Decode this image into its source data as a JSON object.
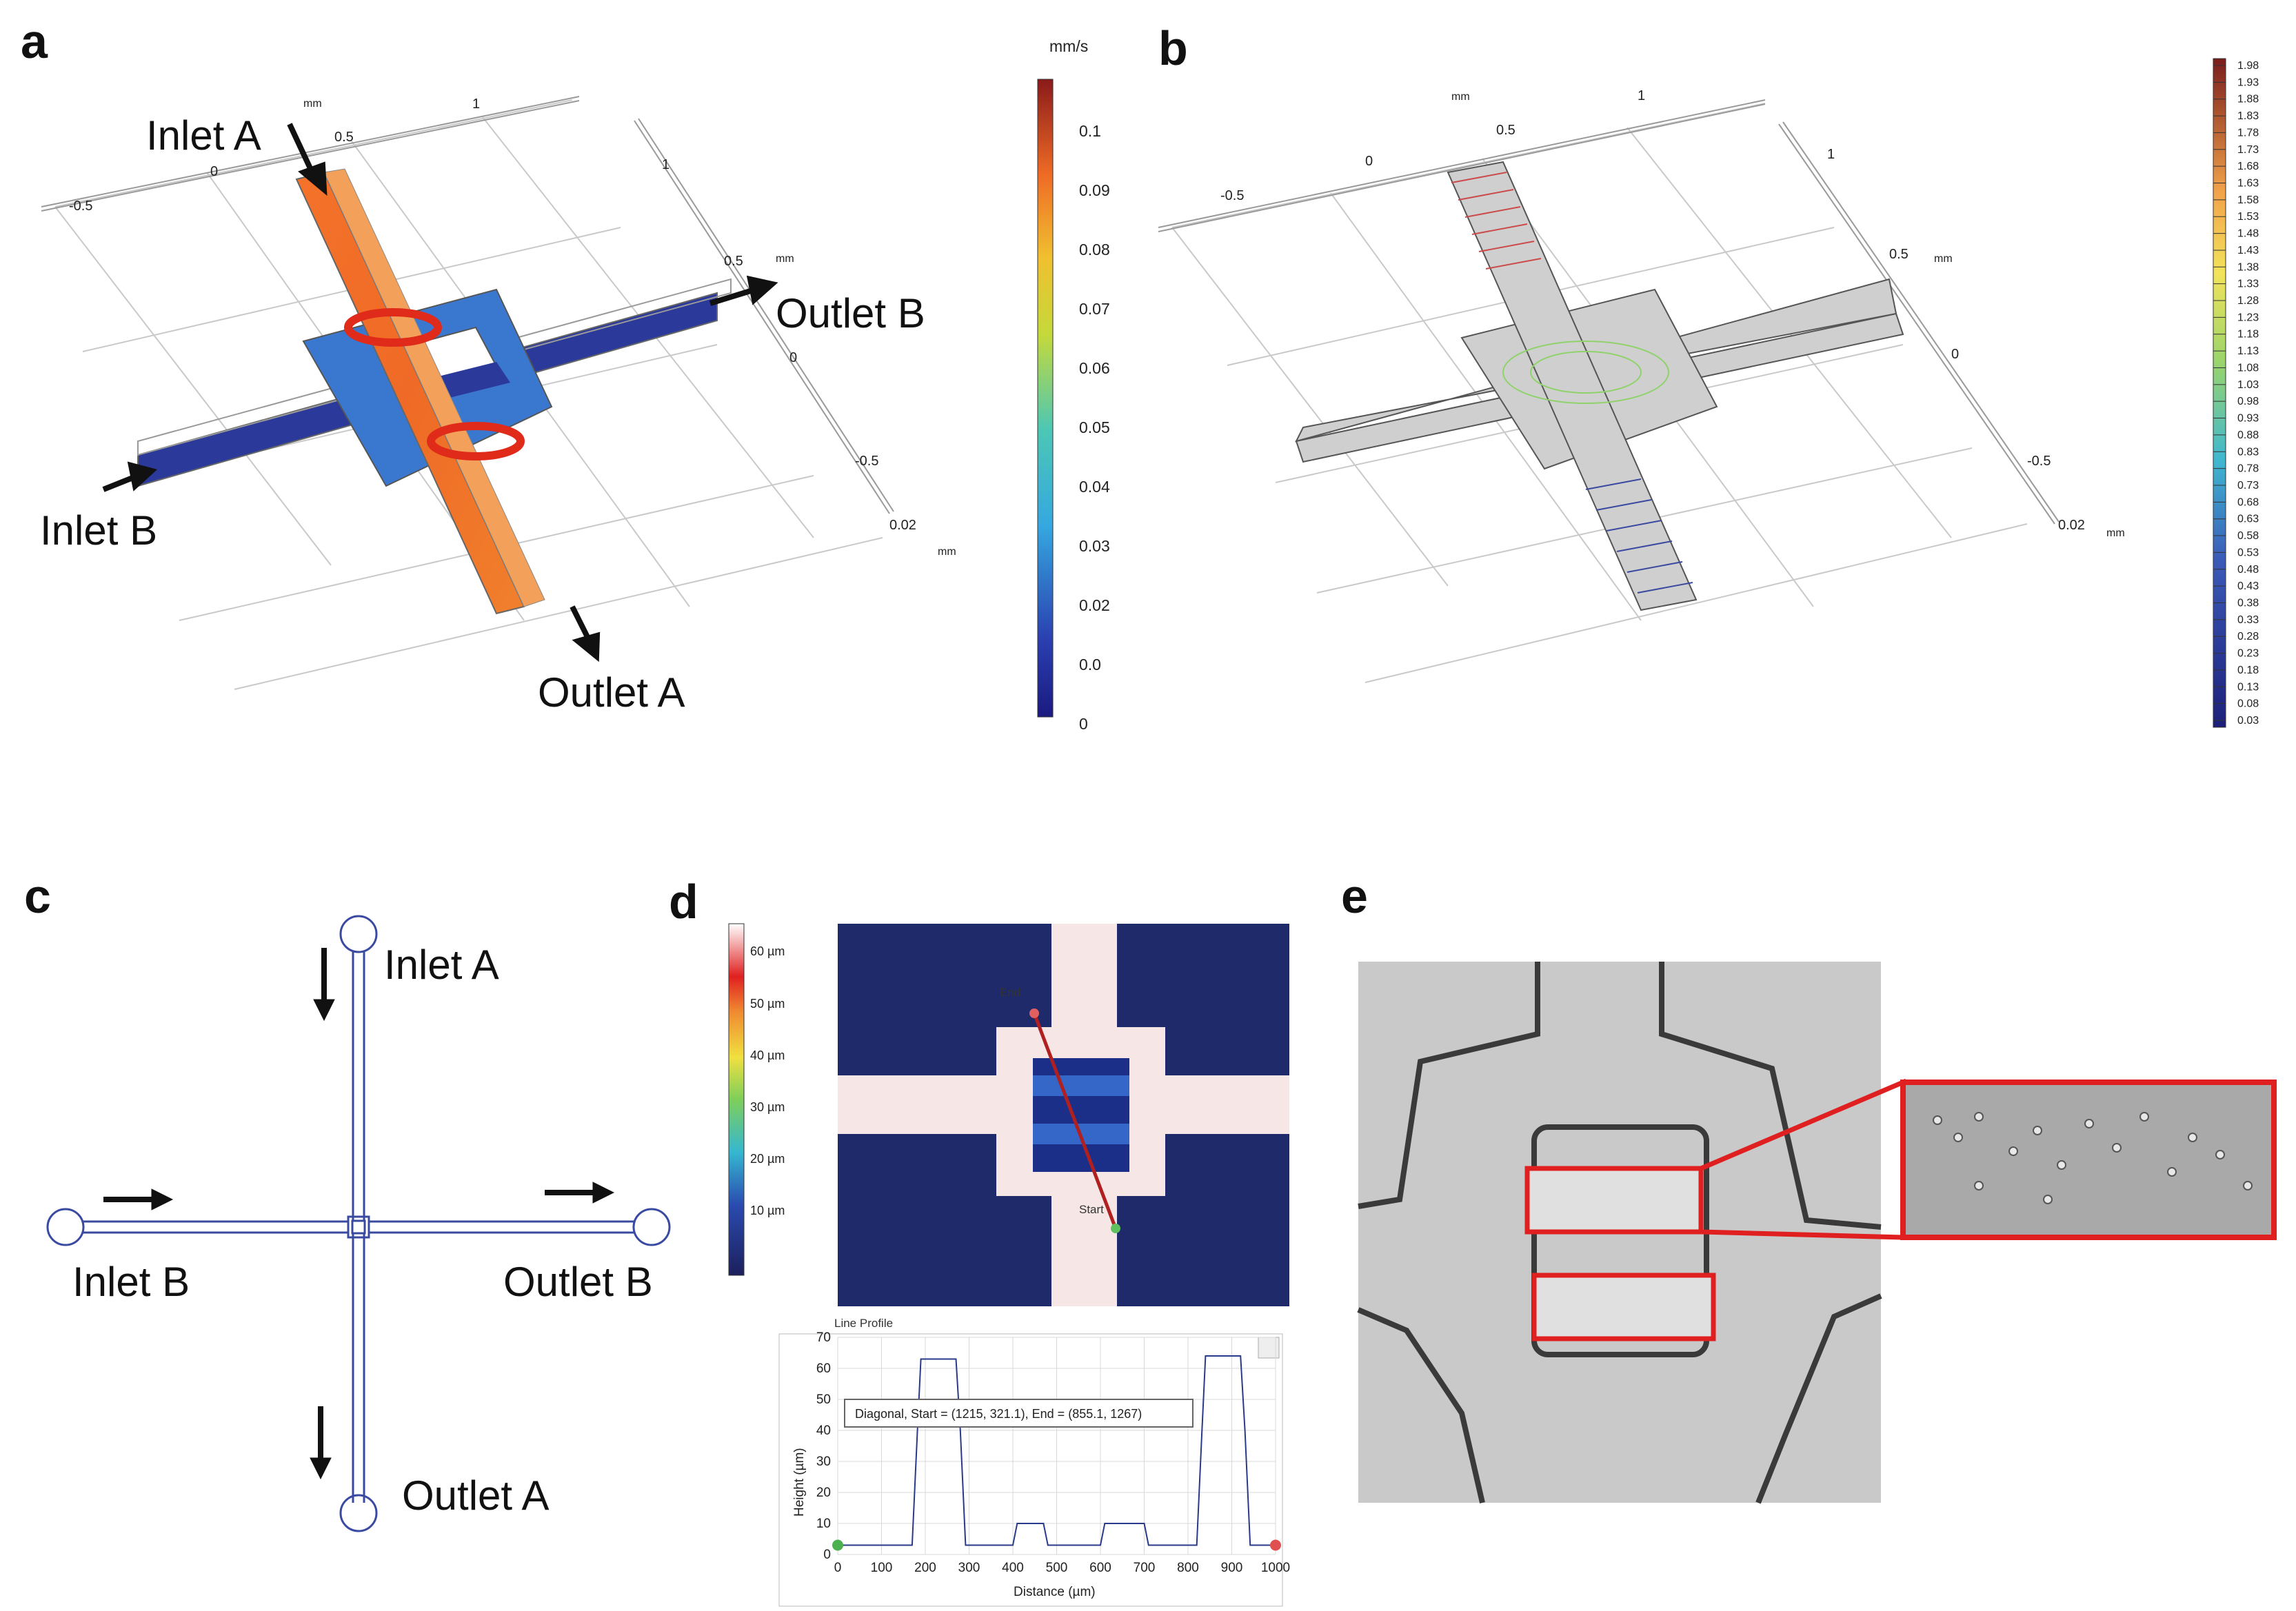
{
  "panels": {
    "a": {
      "letter": "a",
      "labels": {
        "inlet_a": "Inlet A",
        "inlet_b": "Inlet B",
        "outlet_a": "Outlet A",
        "outlet_b": "Outlet B"
      },
      "axis_unit": "mm",
      "axis_ticks_top": [
        "-0.5",
        "0",
        "0.5",
        "1"
      ],
      "axis_ticks_right": [
        "1",
        "0.5",
        "0",
        "-0.5"
      ],
      "axis_tick_z": "0.02",
      "colorbar": {
        "unit": "mm/s",
        "ticks": [
          "0.1",
          "0.09",
          "0.08",
          "0.07",
          "0.06",
          "0.05",
          "0.04",
          "0.03",
          "0.02",
          "0.0",
          "0"
        ]
      }
    },
    "b": {
      "letter": "b",
      "axis_unit": "mm",
      "axis_ticks_top": [
        "-0.5",
        "0",
        "0.5",
        "1"
      ],
      "axis_ticks_right": [
        "1",
        "0.5",
        "0",
        "-0.5"
      ],
      "axis_tick_z": "0.02",
      "colorbar_ticks": [
        "1.98",
        "1.93",
        "1.88",
        "1.83",
        "1.78",
        "1.73",
        "1.68",
        "1.63",
        "1.58",
        "1.53",
        "1.48",
        "1.43",
        "1.38",
        "1.33",
        "1.28",
        "1.23",
        "1.18",
        "1.13",
        "1.08",
        "1.03",
        "0.98",
        "0.93",
        "0.88",
        "0.83",
        "0.78",
        "0.73",
        "0.68",
        "0.63",
        "0.58",
        "0.53",
        "0.48",
        "0.43",
        "0.38",
        "0.33",
        "0.28",
        "0.23",
        "0.18",
        "0.13",
        "0.08",
        "0.03"
      ]
    },
    "c": {
      "letter": "c",
      "labels": {
        "inlet_a": "Inlet A",
        "inlet_b": "Inlet B",
        "outlet_a": "Outlet A",
        "outlet_b": "Outlet B"
      }
    },
    "d": {
      "letter": "d",
      "colorbar_ticks": [
        "60 µm",
        "50 µm",
        "40 µm",
        "30 µm",
        "20 µm",
        "10 µm"
      ],
      "map_labels": {
        "end": "End",
        "start": "Start"
      },
      "profile_title": "Line Profile",
      "profile_legend": "Diagonal, Start = (1215, 321.1), End = (855.1, 1267)"
    },
    "e": {
      "letter": "e"
    }
  },
  "chart_data": {
    "type": "line",
    "title": "Line Profile",
    "xlabel": "Distance (µm)",
    "ylabel": "Height (µm)",
    "xlim": [
      0,
      1000
    ],
    "ylim": [
      0,
      70
    ],
    "x_ticks": [
      "0",
      "100",
      "200",
      "300",
      "400",
      "500",
      "600",
      "700",
      "800",
      "900",
      "1000"
    ],
    "y_ticks": [
      "0",
      "10",
      "20",
      "30",
      "40",
      "50",
      "60",
      "70"
    ],
    "grid": true,
    "series": [
      {
        "name": "Diagonal, Start = (1215, 321.1), End = (855.1, 1267)",
        "x": [
          0,
          170,
          182,
          190,
          270,
          280,
          292,
          400,
          410,
          470,
          480,
          600,
          610,
          700,
          710,
          820,
          832,
          840,
          920,
          930,
          942,
          1000
        ],
        "y": [
          3,
          3,
          40,
          63,
          63,
          40,
          3,
          3,
          10,
          10,
          3,
          3,
          10,
          10,
          3,
          3,
          40,
          64,
          64,
          40,
          3,
          3
        ]
      }
    ]
  }
}
